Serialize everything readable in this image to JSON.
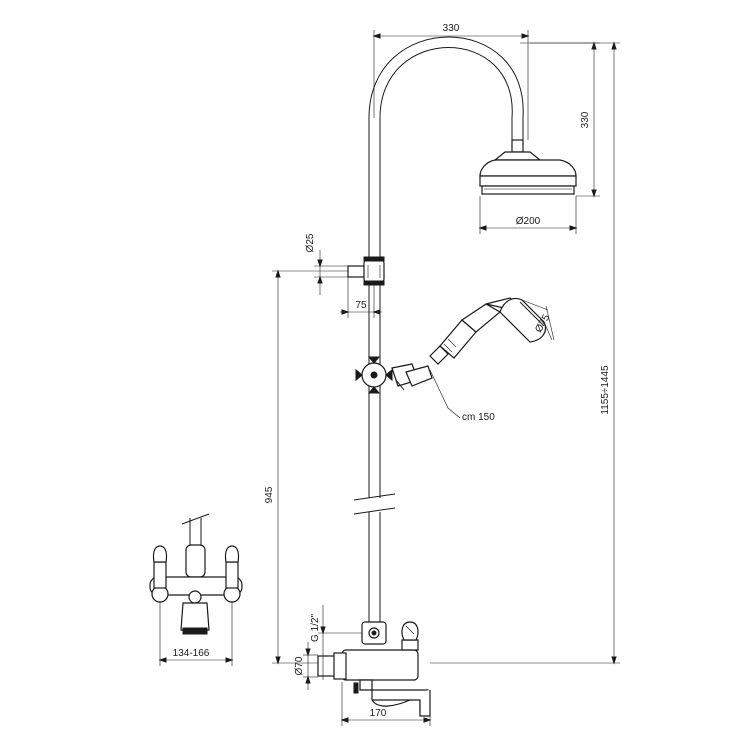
{
  "dimensions": {
    "arm_width": "330",
    "arm_height": "330",
    "shower_head_diameter": "Ø200",
    "pipe_diameter": "Ø25",
    "wall_offset": "75",
    "hand_shower_diameter": "Ø75",
    "hose_length": "cm 150",
    "mixer_height": "945",
    "total_height": "1155÷1445",
    "inlet_thread": "G 1/2\"",
    "inlet_diameter": "Ø70",
    "spout_length": "170",
    "center_distance": "134-166"
  }
}
